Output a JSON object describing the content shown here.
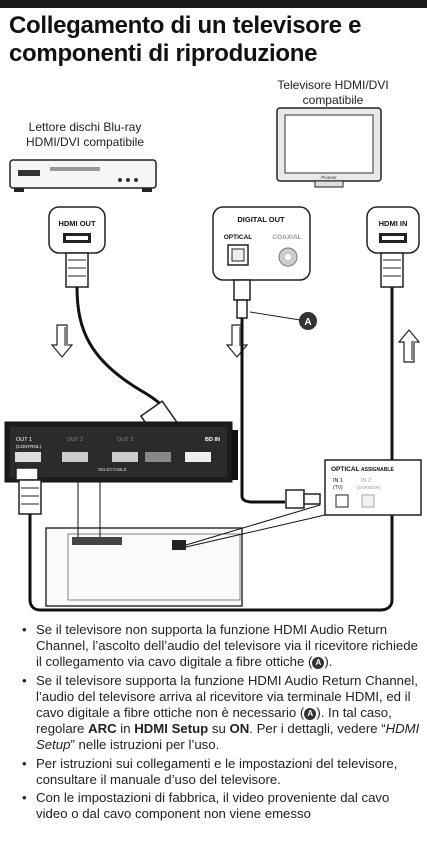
{
  "page": {
    "title": "Collegamento di un televisore e componenti di riproduzione"
  },
  "diagram": {
    "bluray_label": "Lettore dischi Blu-ray HDMI/DVI compatibile",
    "tv_label": "Televisore HDMI/DVI compatibile",
    "tv_brand": "Pioneer",
    "hdmi_out": "HDMI OUT",
    "hdmi_in": "HDMI IN",
    "digital_out": "DIGITAL OUT",
    "optical": "OPTICAL",
    "coaxial": "COAXIAL",
    "marker_a": "A",
    "receiver": {
      "out1": "OUT 1",
      "control": "(CONTROL)",
      "out2": "OUT 2",
      "out3": "OUT 3",
      "selectable": "SELECTABLE",
      "bd_in": "BD IN",
      "optical": "OPTICAL",
      "assignable": "ASSIGNABLE",
      "in1": "IN 1",
      "tv": "(TV)",
      "in2": "IN 2",
      "dvr_bdr": "(DVR/BDR)"
    }
  },
  "bullets": [
    {
      "text1": "Se il televisore non supporta la funzione HDMI Audio Return Channel, l’ascolto dell’audio del televisore via il ricevitore richiede il collegamento via cavo digitale a fibre ottiche (",
      "marker": "A",
      "text2": ")."
    },
    {
      "text1": "Se il televisore supporta la funzione HDMI Audio Return Channel, l’audio del televisore arriva al ricevitore via terminale HDMI, ed il cavo digitale a fibre ottiche non è necessario (",
      "marker": "A",
      "text2": "). In tal caso, regolare ",
      "bold1": "ARC",
      "text3": " in ",
      "bold2": "HDMI Setup",
      "text4": " su ",
      "bold3": "ON",
      "text5": ". Per i dettagli, vedere “",
      "italic": "HDMI Setup",
      "text6": "” nelle istruzioni per l’uso."
    },
    {
      "text1": "Per istruzioni sui collegamenti e le impostazioni del televisore, consultare il manuale d’uso del televisore."
    },
    {
      "text1": "Con le impostazioni di fabbrica, il video proveniente dal cavo video o dal cavo component non viene emesso"
    }
  ]
}
